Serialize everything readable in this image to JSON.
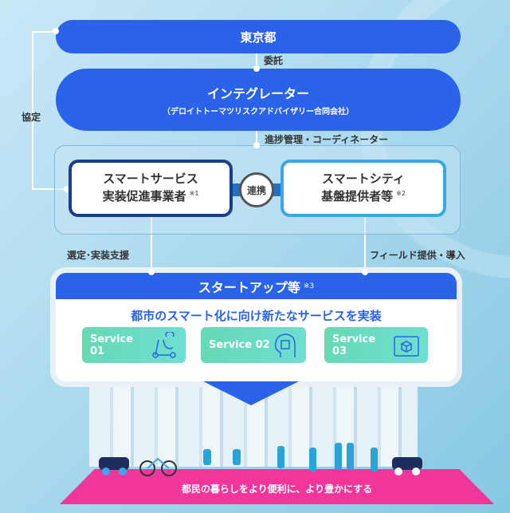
{
  "tokyo": "東京都",
  "itaku": "委託",
  "integrator": {
    "title": "インテグレーター",
    "sub": "（デロイトトーマツリスクアドバイザリー合同会社）"
  },
  "progress": "進捗管理・コーディネーター",
  "kyotei": "協定",
  "left_card": {
    "line1": "スマートサービス",
    "line2": "実装促進事業者",
    "note": "※1"
  },
  "renkei": "連携",
  "right_card": {
    "line1": "スマートシティ",
    "line2": "基盤提供者等",
    "note": "※2"
  },
  "sentei": "選定･実装支援",
  "field": "フィールド提供・導入",
  "startup": {
    "title": "スタートアップ等",
    "note": "※3",
    "subtitle": "都市のスマート化に向け新たなサービスを実装"
  },
  "services": [
    {
      "label": "Service 01",
      "icon": "scooter-vr-icon"
    },
    {
      "label": "Service 02",
      "icon": "ai-head-icon"
    },
    {
      "label": "Service 03",
      "icon": "ar-cube-icon"
    }
  ],
  "road_text": "都民の暮らしをより便利に、より豊かにする",
  "colors": {
    "blue": "#2a63ea",
    "navy": "#1a3f8a",
    "sky": "#3aa8e8",
    "pink": "#f0369a",
    "teal": "#66d9b6"
  }
}
